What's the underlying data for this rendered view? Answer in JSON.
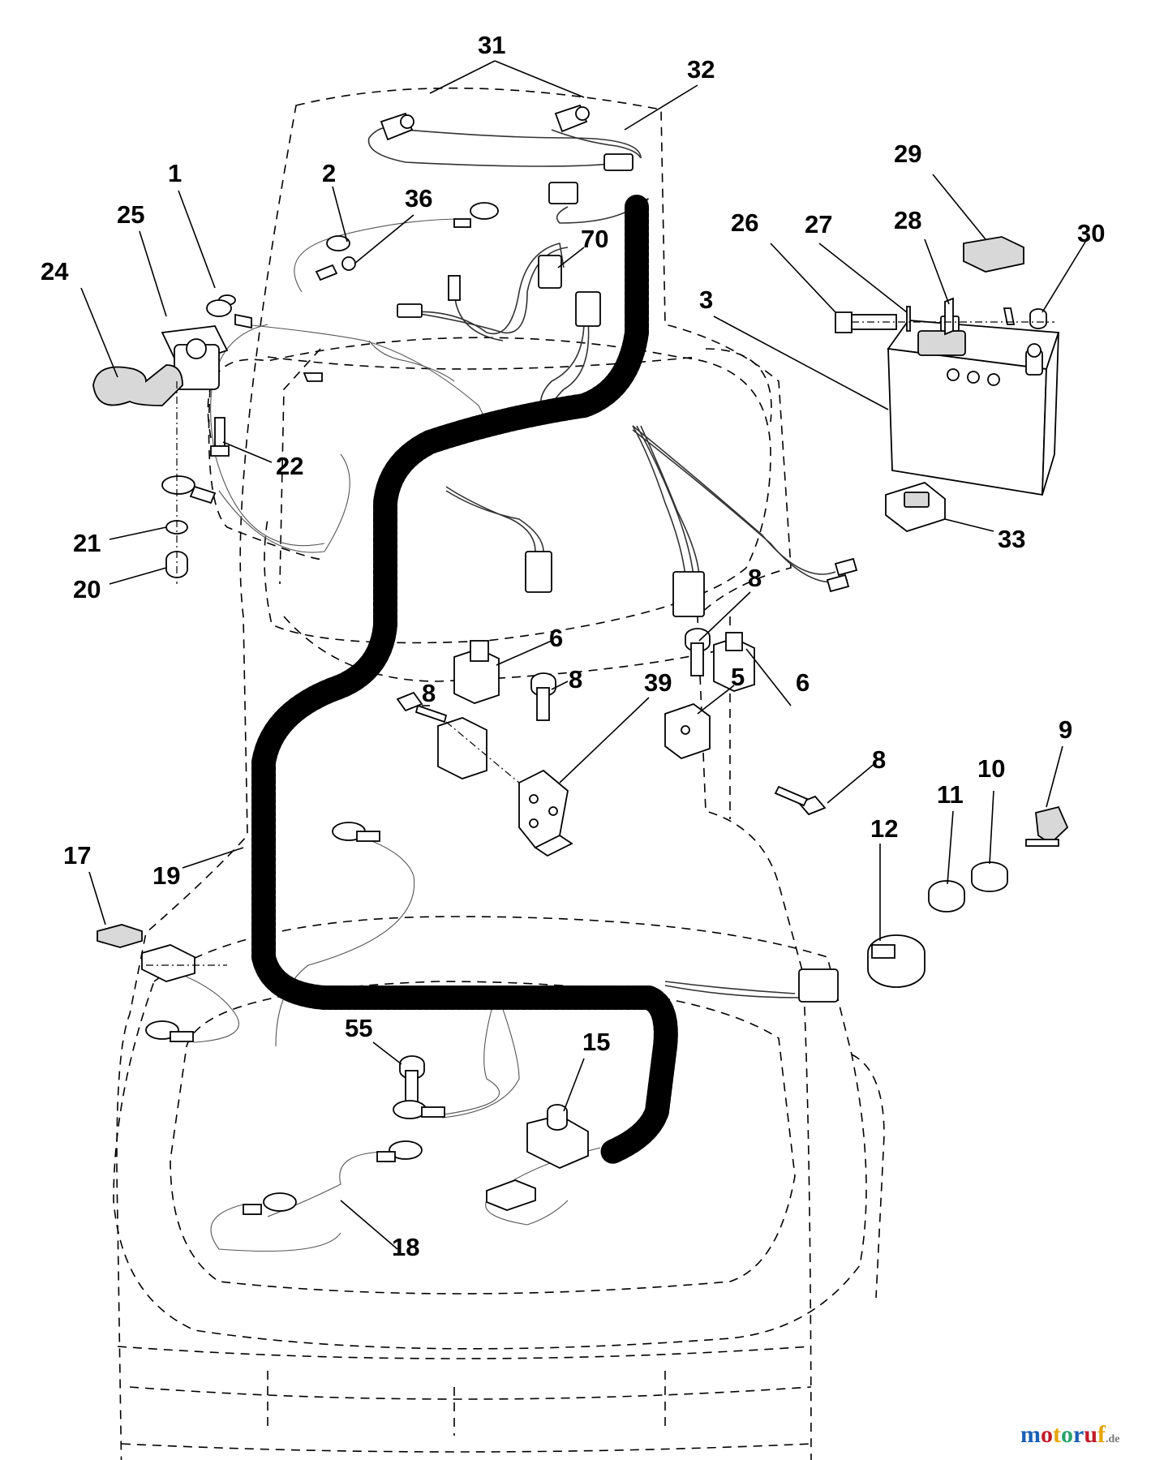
{
  "diagram": {
    "callouts": [
      {
        "id": "p31",
        "label": "31"
      },
      {
        "id": "p32",
        "label": "32"
      },
      {
        "id": "p29",
        "label": "29"
      },
      {
        "id": "p1",
        "label": "1"
      },
      {
        "id": "p2",
        "label": "2"
      },
      {
        "id": "p36",
        "label": "36"
      },
      {
        "id": "p25",
        "label": "25"
      },
      {
        "id": "p70",
        "label": "70"
      },
      {
        "id": "p26",
        "label": "26"
      },
      {
        "id": "p27",
        "label": "27"
      },
      {
        "id": "p28",
        "label": "28"
      },
      {
        "id": "p30",
        "label": "30"
      },
      {
        "id": "p24",
        "label": "24"
      },
      {
        "id": "p3",
        "label": "3"
      },
      {
        "id": "p22",
        "label": "22"
      },
      {
        "id": "p33",
        "label": "33"
      },
      {
        "id": "p21",
        "label": "21"
      },
      {
        "id": "p20",
        "label": "20"
      },
      {
        "id": "p8a",
        "label": "8"
      },
      {
        "id": "p6a",
        "label": "6"
      },
      {
        "id": "p8b",
        "label": "8"
      },
      {
        "id": "p8c",
        "label": "8"
      },
      {
        "id": "p39",
        "label": "39"
      },
      {
        "id": "p5",
        "label": "5"
      },
      {
        "id": "p6b",
        "label": "6"
      },
      {
        "id": "p9",
        "label": "9"
      },
      {
        "id": "p8d",
        "label": "8"
      },
      {
        "id": "p10",
        "label": "10"
      },
      {
        "id": "p11",
        "label": "11"
      },
      {
        "id": "p12",
        "label": "12"
      },
      {
        "id": "p17",
        "label": "17"
      },
      {
        "id": "p19",
        "label": "19"
      },
      {
        "id": "p55",
        "label": "55"
      },
      {
        "id": "p15",
        "label": "15"
      },
      {
        "id": "p18",
        "label": "18"
      }
    ]
  },
  "watermark": {
    "text_main": "motoruf",
    "text_suffix": ".de",
    "colors": [
      "#1a5fb4",
      "#c01c28",
      "#e5a50a",
      "#26a269"
    ]
  }
}
